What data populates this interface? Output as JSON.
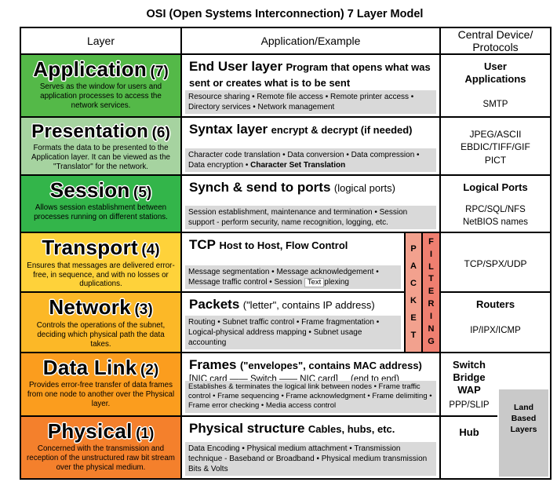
{
  "title": "OSI (Open Systems Interconnection) 7 Layer Model",
  "header": {
    "layer": "Layer",
    "application": "Application/Example",
    "central": "Central Device/\nProtocols"
  },
  "packet_strip": "P\nA\nC\nK\nE\nT",
  "filtering_strip": "F\nI\nL\nT\nE\nR\nI\nN\nG",
  "land_based": "Land\nBased\nLayers",
  "rows": [
    {
      "layer_name": "Application",
      "layer_number": "(7)",
      "layer_desc": "Serves as the window for users and application processes to access the network services.",
      "ex_title": "End User layer",
      "ex_sub": "Program that opens what was sent or creates what is to be sent",
      "details": "Resource sharing • Remote file access • Remote printer access • Directory services • Network management",
      "device": "User\nApplications",
      "protocols": "SMTP"
    },
    {
      "layer_name": "Presentation",
      "layer_number": "(6)",
      "layer_desc": "Formats the data to be presented to the Application layer. It can be viewed as the \"Translator\" for the network.",
      "ex_title": "Syntax layer",
      "ex_sub": "encrypt & decrypt (if needed)",
      "details": "Character code translation • Data conversion • Data compression • Data encryption • ",
      "details_bold": "Character Set Translation",
      "protocols": "JPEG/ASCII\nEBDIC/TIFF/GIF\nPICT"
    },
    {
      "layer_name": "Session",
      "layer_number": "(5)",
      "layer_desc": "Allows session establishment between processes running on different stations.",
      "ex_title": "Synch & send to ports",
      "ex_sub": "(logical ports)",
      "details": "Session establishment, maintenance and termination • Session support - perform security, name recognition, logging, etc.",
      "device": "Logical Ports",
      "protocols": "RPC/SQL/NFS\nNetBIOS names"
    },
    {
      "layer_name": "Transport",
      "layer_number": "(4)",
      "layer_desc": "Ensures that messages are delivered error-free, in sequence, and with no losses or duplications.",
      "ex_title": "TCP",
      "ex_sub": "Host to Host, Flow Control",
      "details": "Message segmentation • Message acknowledgement • Message traffic control • Session ",
      "artifact": "Text",
      "details_after": "plexing",
      "protocols": "TCP/SPX/UDP"
    },
    {
      "layer_name": "Network",
      "layer_number": "(3)",
      "layer_desc": "Controls the operations of the subnet, deciding which physical path the data takes.",
      "ex_title": "Packets",
      "ex_sub": "(\"letter\", contains IP address)",
      "details": "Routing • Subnet traffic control • Frame fragmentation • Logical-physical address mapping • Subnet usage accounting",
      "device": "Routers",
      "protocols": "IP/IPX/ICMP"
    },
    {
      "layer_name": "Data Link",
      "layer_number": "(2)",
      "layer_desc": "Provides error-free transfer of data frames from one node to another over the Physical layer.",
      "ex_title": "Frames",
      "ex_sub": "(\"envelopes\", contains MAC address)",
      "nic_line": "[NIC card —— Switch —— NIC card]",
      "nic_note": "(end to end)",
      "details": "Establishes & terminates the logical link between nodes • Frame traffic control • Frame sequencing • Frame acknowledgment • Frame delimiting • Frame error checking • Media access control",
      "device": "Switch\nBridge\nWAP",
      "protocols": "PPP/SLIP"
    },
    {
      "layer_name": "Physical",
      "layer_number": "(1)",
      "layer_desc": "Concerned with the transmission and reception of the unstructured raw bit stream over the physical medium.",
      "ex_title": "Physical structure",
      "ex_sub": "Cables, hubs, etc.",
      "details": "Data Encoding • Physical medium attachment • Transmission technique - Baseband or Broadband • Physical medium transmission Bits & Volts",
      "device": "Hub"
    }
  ],
  "colors": {
    "application": "#54b948",
    "presentation": "#a6d3a0",
    "session": "#33b54a",
    "transport": "#fed23a",
    "network": "#fcb827",
    "data_link": "#fb9d1e",
    "physical": "#f4802c",
    "packet_strip": "#f2a18e",
    "filtering_strip": "#ef7f70",
    "details_bg": "#d9d9d9",
    "land_bg": "#c9c9c9"
  }
}
